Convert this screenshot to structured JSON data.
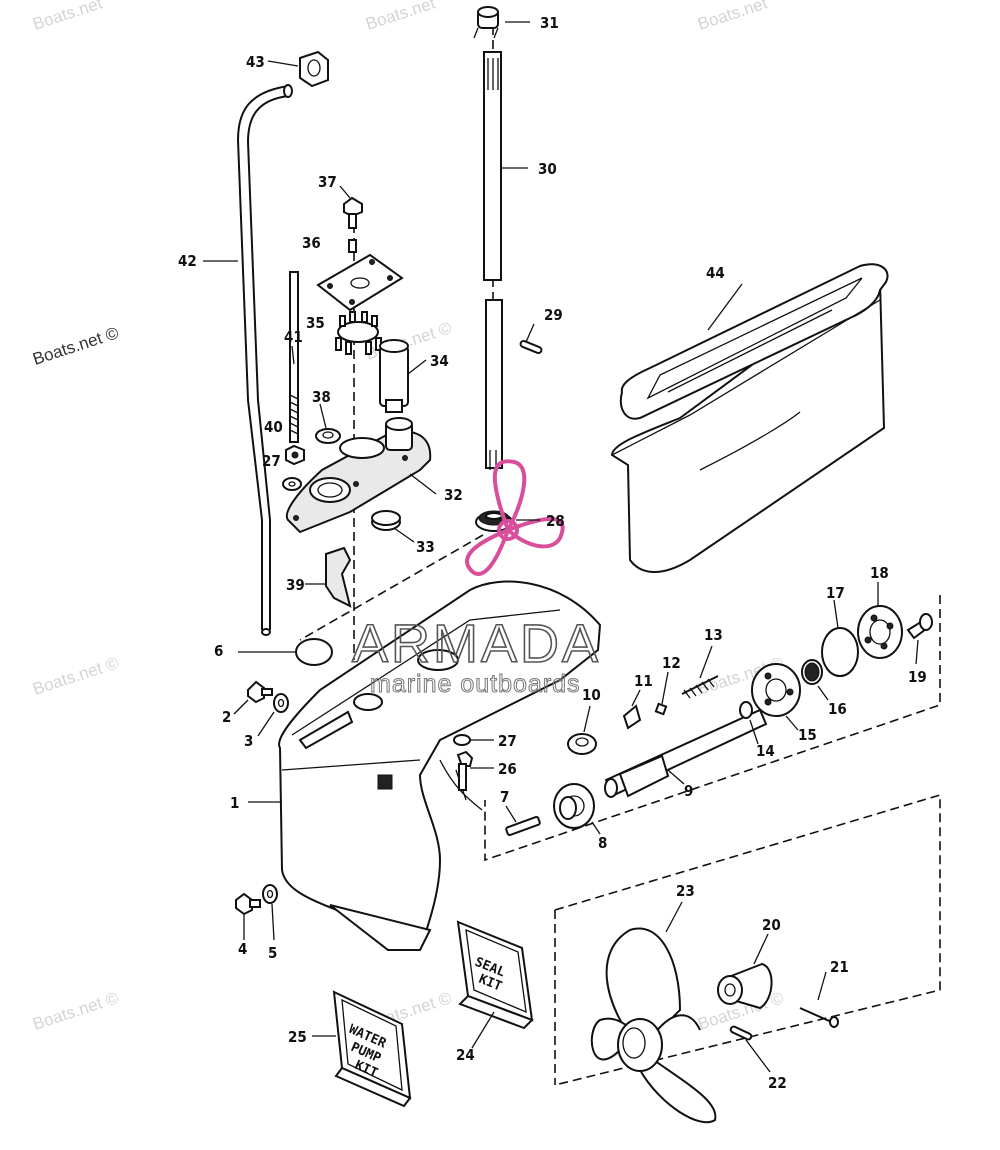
{
  "watermarks": {
    "light": "Boats.net",
    "light_c": "Boats.net ©",
    "left_dark": "Boats.net ©"
  },
  "brand": {
    "name": "ARMADA",
    "sub": "marine outboards",
    "prop_color": "#d94e9a"
  },
  "kits": {
    "seal_line1": "SEAL",
    "seal_line2": "KIT",
    "water_line1": "WATER",
    "water_line2": "PUMP",
    "water_line3": "KIT"
  },
  "callouts": [
    "1",
    "2",
    "3",
    "4",
    "5",
    "6",
    "7",
    "8",
    "9",
    "10",
    "11",
    "12",
    "13",
    "14",
    "15",
    "16",
    "17",
    "18",
    "19",
    "20",
    "21",
    "22",
    "23",
    "24",
    "25",
    "26",
    "27",
    "27",
    "28",
    "29",
    "30",
    "31",
    "32",
    "33",
    "34",
    "35",
    "36",
    "37",
    "38",
    "39",
    "40",
    "41",
    "42",
    "43",
    "44"
  ]
}
